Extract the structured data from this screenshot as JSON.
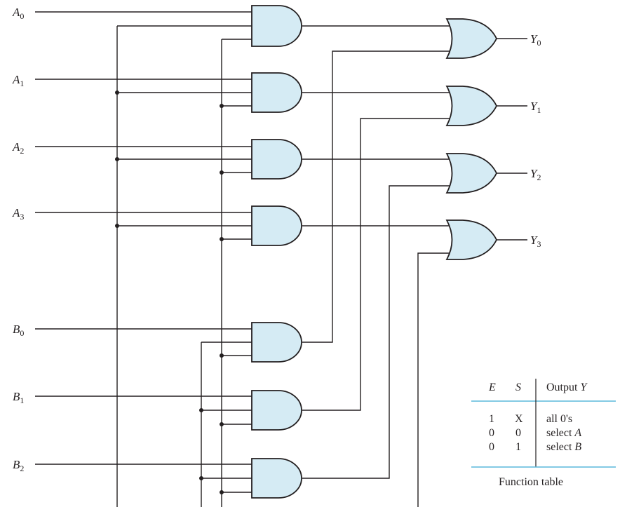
{
  "inputs": {
    "a": [
      {
        "letter": "A",
        "sub": "0"
      },
      {
        "letter": "A",
        "sub": "1"
      },
      {
        "letter": "A",
        "sub": "2"
      },
      {
        "letter": "A",
        "sub": "3"
      }
    ],
    "b": [
      {
        "letter": "B",
        "sub": "0"
      },
      {
        "letter": "B",
        "sub": "1"
      },
      {
        "letter": "B",
        "sub": "2"
      }
    ]
  },
  "outputs": [
    {
      "letter": "Y",
      "sub": "0"
    },
    {
      "letter": "Y",
      "sub": "1"
    },
    {
      "letter": "Y",
      "sub": "2"
    },
    {
      "letter": "Y",
      "sub": "3"
    }
  ],
  "function_table": {
    "headers": {
      "e": "E",
      "s": "S",
      "output_prefix": "Output",
      "output_var": "Y"
    },
    "rows": [
      {
        "e": "1",
        "s": "X",
        "text": "all 0's",
        "var": ""
      },
      {
        "e": "0",
        "s": "0",
        "text": "select",
        "var": "A"
      },
      {
        "e": "0",
        "s": "1",
        "text": "select",
        "var": "B"
      }
    ],
    "caption": "Function table"
  },
  "colors": {
    "gate_fill": "#d5ebf4",
    "line": "#231f20",
    "table_rule": "#5ab8dc"
  }
}
